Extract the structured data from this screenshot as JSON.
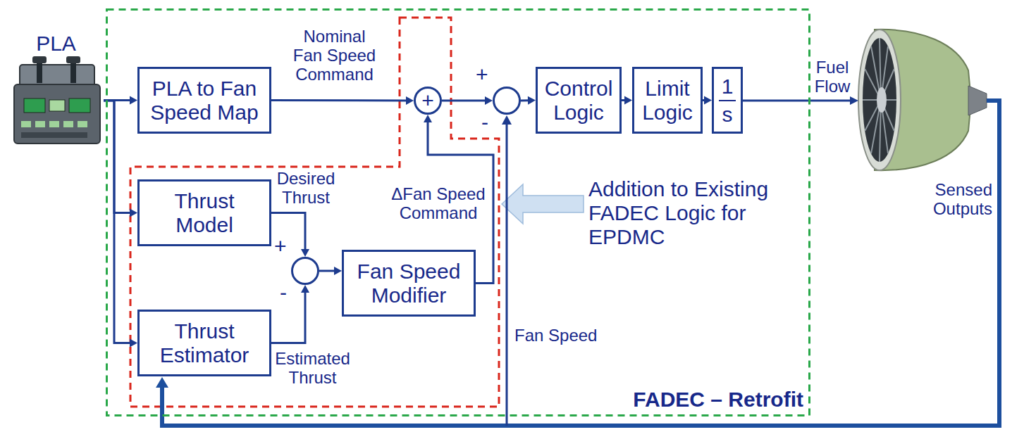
{
  "diagram": {
    "nodes": [
      {
        "text": [
          "PLA"
        ]
      },
      {
        "text": [
          "FADEC – Retrofit"
        ]
      },
      {
        "text": [
          "PLA to Fan Speed Map"
        ],
        "in": 1
      },
      {
        "text": [
          "+"
        ],
        "in": 1
      },
      {
        "text": [
          "+",
          "-"
        ],
        "in": 1
      },
      {
        "text": [
          "Control Logic"
        ],
        "in": 1
      },
      {
        "text": [
          "Limit Logic"
        ],
        "in": 1
      },
      {
        "text": [
          "1",
          "s"
        ],
        "in": 1
      },
      {
        "text": [
          "Thrust Model"
        ],
        "in": 1
      },
      {
        "text": [
          "Thrust Estimator"
        ],
        "in": 1
      },
      {
        "text": [
          "+",
          "-"
        ],
        "in": 1
      },
      {
        "text": [
          "Fan Speed Modifier"
        ],
        "in": 1
      }
    ],
    "edges": [
      {
        "from": 0,
        "to": 2,
        "arrow": "to"
      },
      {
        "from": 0,
        "to": 8,
        "arrow": "to"
      },
      {
        "from": 0,
        "to": 9,
        "arrow": "to"
      },
      {
        "from": 2,
        "to": 3,
        "arrow": "to",
        "label": "Nominal Fan Speed Command"
      },
      {
        "from": 3,
        "to": 4,
        "arrow": "to"
      },
      {
        "from": 4,
        "to": 5,
        "arrow": "to"
      },
      {
        "from": 5,
        "to": 6,
        "arrow": "to"
      },
      {
        "from": 6,
        "to": 7,
        "arrow": "to"
      },
      {
        "from": 8,
        "to": 10,
        "arrow": "to",
        "label": "Desired Thrust"
      },
      {
        "from": 9,
        "to": 10,
        "arrow": "to",
        "label": "Estimated Thrust"
      },
      {
        "from": 10,
        "to": 11,
        "arrow": "to"
      },
      {
        "from": 11,
        "to": 3,
        "arrow": "to",
        "label": "ΔFan Speed Command"
      }
    ],
    "labels": [
      "Fuel Flow",
      "Sensed Outputs",
      "Fan Speed",
      "Addition to Existing FADEC Logic for EPDMC"
    ]
  }
}
